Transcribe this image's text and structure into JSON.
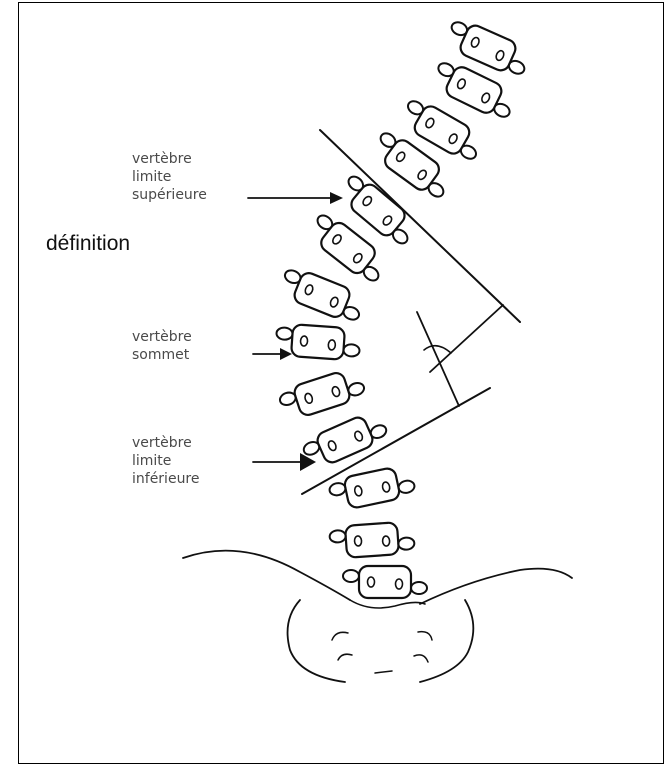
{
  "labels": {
    "upper": "vertèbre\nlimite\nsupérieure",
    "apex": "vertèbre\nsommet",
    "lower": "vertèbre\nlimite\ninférieure",
    "definition": "définition"
  }
}
